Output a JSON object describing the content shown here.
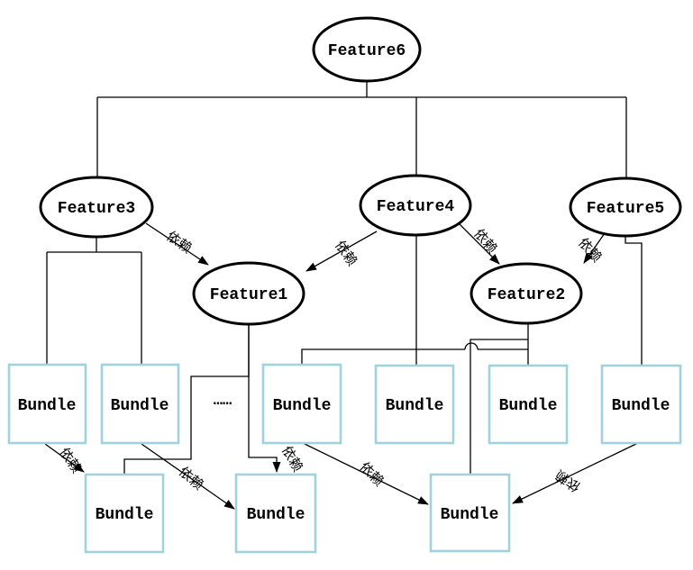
{
  "nodes": {
    "feature6": {
      "label": "Feature6"
    },
    "feature3": {
      "label": "Feature3"
    },
    "feature4": {
      "label": "Feature4"
    },
    "feature5": {
      "label": "Feature5"
    },
    "feature1": {
      "label": "Feature1"
    },
    "feature2": {
      "label": "Feature2"
    },
    "bundle1": {
      "label": "Bundle"
    },
    "bundle2": {
      "label": "Bundle"
    },
    "bundle3": {
      "label": "Bundle"
    },
    "bundle4": {
      "label": "Bundle"
    },
    "bundle5": {
      "label": "Bundle"
    },
    "bundle6": {
      "label": "Bundle"
    },
    "lower_bundle1": {
      "label": "Bundle"
    },
    "lower_bundle2": {
      "label": "Bundle"
    },
    "lower_bundle3": {
      "label": "Bundle"
    }
  },
  "labels": {
    "dependency": "依赖",
    "ellipsis": "……"
  },
  "colors": {
    "background": "#ffffff",
    "node_border": "#000000",
    "bundle_border": "#a0d2de",
    "edge_color": "#000000",
    "text_color": "#000000"
  }
}
